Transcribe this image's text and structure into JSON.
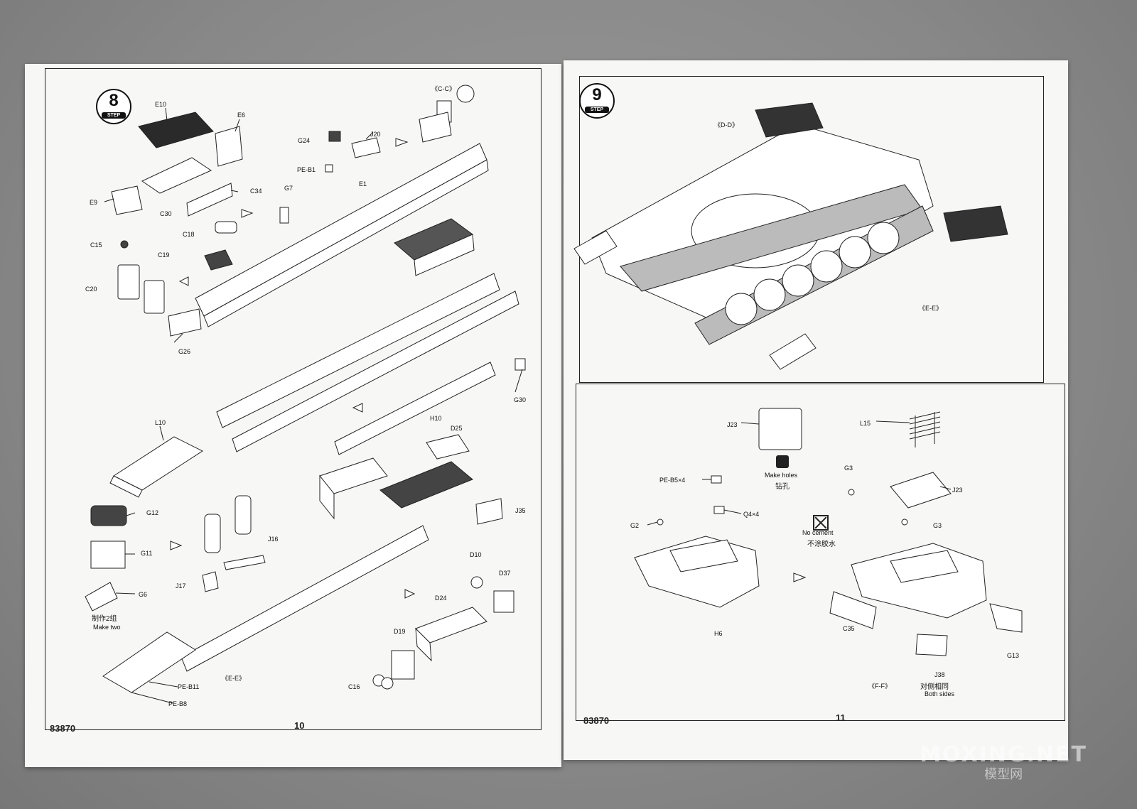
{
  "left_page": {
    "step_number": "8",
    "step_word": "STEP",
    "catalog_number": "83870",
    "page_number": "10",
    "labels": [
      {
        "id": "e10",
        "text": "E10"
      },
      {
        "id": "e6",
        "text": "E6"
      },
      {
        "id": "c34",
        "text": "C34"
      },
      {
        "id": "e9",
        "text": "E9"
      },
      {
        "id": "c30",
        "text": "C30"
      },
      {
        "id": "g24",
        "text": "G24"
      },
      {
        "id": "j20",
        "text": "J20"
      },
      {
        "id": "pe_b1",
        "text": "PE-B1"
      },
      {
        "id": "e1",
        "text": "E1"
      },
      {
        "id": "g7",
        "text": "G7"
      },
      {
        "id": "c18",
        "text": "C18"
      },
      {
        "id": "c15",
        "text": "C15"
      },
      {
        "id": "c19",
        "text": "C19"
      },
      {
        "id": "c20",
        "text": "C20"
      },
      {
        "id": "g26",
        "text": "G26"
      },
      {
        "id": "section_cc",
        "text": "《C-C》"
      },
      {
        "id": "g30",
        "text": "G30"
      },
      {
        "id": "h10",
        "text": "H10"
      },
      {
        "id": "l10",
        "text": "L10"
      },
      {
        "id": "d25",
        "text": "D25"
      },
      {
        "id": "g12",
        "text": "G12"
      },
      {
        "id": "g11",
        "text": "G11"
      },
      {
        "id": "g6",
        "text": "G6"
      },
      {
        "id": "j16",
        "text": "J16"
      },
      {
        "id": "j17",
        "text": "J17"
      },
      {
        "id": "j35",
        "text": "J35"
      },
      {
        "id": "d10",
        "text": "D10"
      },
      {
        "id": "d37",
        "text": "D37"
      },
      {
        "id": "d24",
        "text": "D24"
      },
      {
        "id": "d19",
        "text": "D19"
      },
      {
        "id": "c16",
        "text": "C16"
      },
      {
        "id": "pe_b11",
        "text": "PE-B11"
      },
      {
        "id": "pe_b8",
        "text": "PE-B8"
      },
      {
        "id": "section_ee",
        "text": "《E-E》"
      }
    ],
    "make_two_cn": "制作2组",
    "make_two_en": "Make two"
  },
  "right_page": {
    "step_number": "9",
    "step_word": "STEP",
    "catalog_number": "83870",
    "page_number": "11",
    "labels": [
      {
        "id": "section_dd",
        "text": "《D-D》"
      },
      {
        "id": "section_ee",
        "text": "《E-E》"
      },
      {
        "id": "j23a",
        "text": "J23"
      },
      {
        "id": "l15",
        "text": "L15"
      },
      {
        "id": "pe_b5",
        "text": "PE-B5×4"
      },
      {
        "id": "q4",
        "text": "Q4×4"
      },
      {
        "id": "g3a",
        "text": "G3"
      },
      {
        "id": "j23b",
        "text": "J23"
      },
      {
        "id": "g2",
        "text": "G2"
      },
      {
        "id": "g3b",
        "text": "G3"
      },
      {
        "id": "h6",
        "text": "H6"
      },
      {
        "id": "c35",
        "text": "C35"
      },
      {
        "id": "g13",
        "text": "G13"
      },
      {
        "id": "j38",
        "text": "J38"
      },
      {
        "id": "section_ff",
        "text": "《F-F》"
      }
    ],
    "make_holes_en": "Make holes",
    "make_holes_cn": "钻孔",
    "no_cement_en": "No cement",
    "no_cement_cn": "不涂胶水",
    "both_sides_cn": "对侧相同",
    "both_sides_en": "Both sides"
  },
  "watermark": {
    "main": "MOXING.NET",
    "sub": "模型网"
  }
}
